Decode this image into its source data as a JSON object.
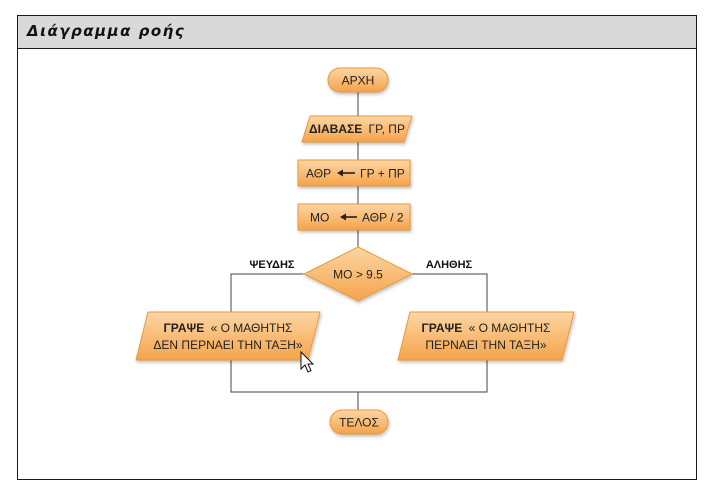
{
  "window": {
    "title": "Διάγραμμα ροής"
  },
  "flowchart": {
    "start": "ΑΡΧΗ",
    "read": {
      "keyword": "ΔΙΑΒΑΣΕ",
      "args": "ΓΡ, ΠΡ"
    },
    "assign1": {
      "target": "ΑΘΡ",
      "expr": "ΓΡ + ΠΡ"
    },
    "assign2": {
      "target": "ΜΟ",
      "expr": "ΑΘΡ / 2"
    },
    "decision": "ΜΟ > 9.5",
    "false_label": "ΨΕΥΔΗΣ",
    "true_label": "ΑΛΗΘΗΣ",
    "write_false": {
      "keyword": "ΓΡΑΨΕ",
      "line1": "« Ο ΜΑΘΗΤΗΣ",
      "line2": "ΔΕΝ ΠΕΡΝΑΕΙ ΤΗΝ ΤΑΞΗ»"
    },
    "write_true": {
      "keyword": "ΓΡΑΨΕ",
      "line1": "« Ο ΜΑΘΗΤΗΣ",
      "line2": "ΠΕΡΝΑΕΙ ΤΗΝ ΤΑΞΗ»"
    },
    "end": "ΤΕΛΟΣ"
  },
  "colors": {
    "node_fill": "#f9b568",
    "node_stroke": "#e89a3c",
    "line": "#444444"
  }
}
